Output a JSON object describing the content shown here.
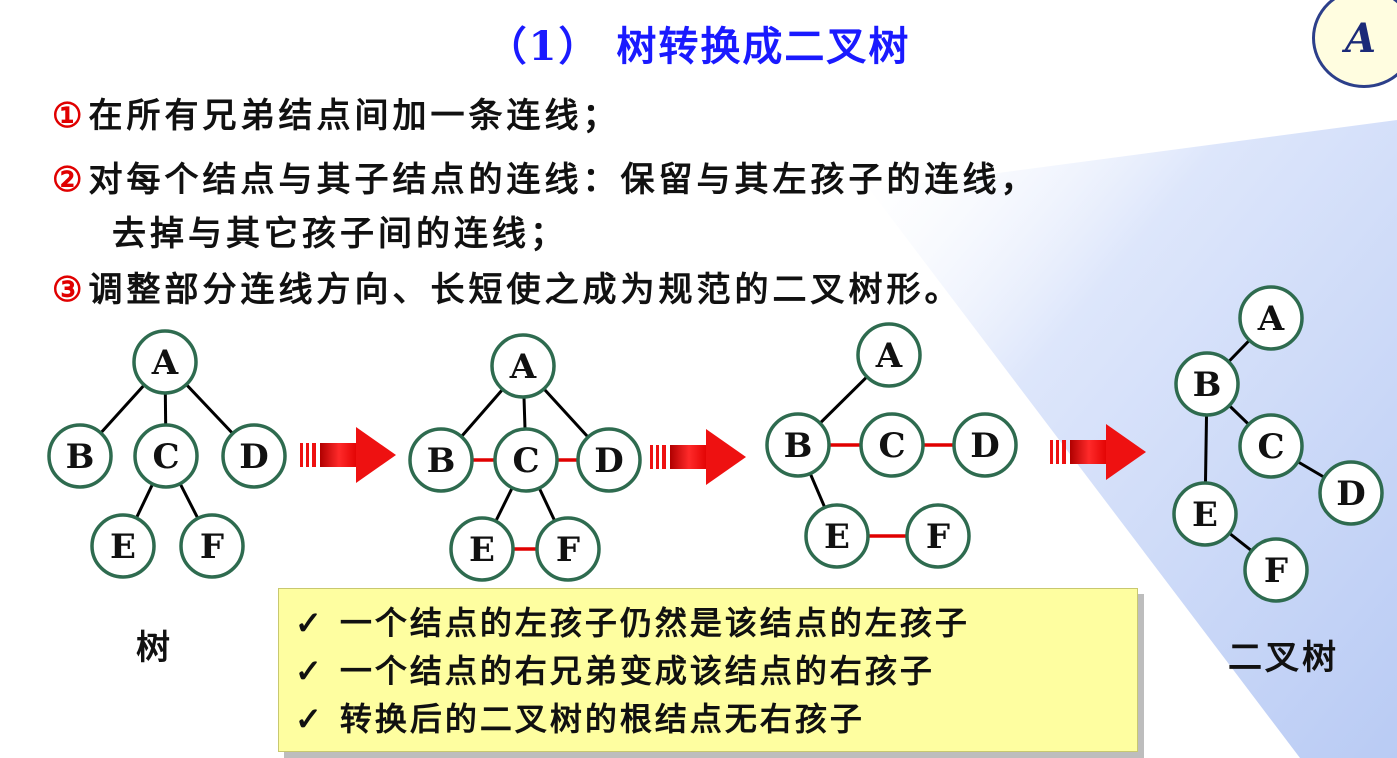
{
  "title": "（1） 树转换成二叉树",
  "badge": "A",
  "steps": [
    {
      "num": "①",
      "text": "在所有兄弟结点间加一条连线；"
    },
    {
      "num": "②",
      "text": "对每个结点与其子结点的连线：保留与其左孩子的连线，"
    },
    {
      "num": "",
      "text": "去掉与其它孩子间的连线；"
    },
    {
      "num": "③",
      "text": "调整部分连线方向、长短使之成为规范的二叉树形。"
    }
  ],
  "labels": {
    "tree": "树",
    "binary_tree": "二叉树"
  },
  "notes": [
    {
      "check": "✓",
      "text": "一个结点的左孩子仍然是该结点的左孩子"
    },
    {
      "check": "✓",
      "text": "一个结点的右兄弟变成该结点的右孩子"
    },
    {
      "check": "✓",
      "text": "转换后的二叉树的根结点无右孩子"
    }
  ],
  "colors": {
    "node_stroke": "#2e6b4f",
    "sibling_link": "#e00000",
    "arrow": "#ee1111",
    "accent_bg": "#c4d2f6"
  },
  "diagram": {
    "stages": [
      {
        "nodes": [
          "A",
          "B",
          "C",
          "D",
          "E",
          "F"
        ],
        "edges": [
          [
            "A",
            "B"
          ],
          [
            "A",
            "C"
          ],
          [
            "A",
            "D"
          ],
          [
            "C",
            "E"
          ],
          [
            "C",
            "F"
          ]
        ],
        "sibling_links": []
      },
      {
        "nodes": [
          "A",
          "B",
          "C",
          "D",
          "E",
          "F"
        ],
        "edges": [
          [
            "A",
            "B"
          ],
          [
            "A",
            "C"
          ],
          [
            "A",
            "D"
          ],
          [
            "C",
            "E"
          ],
          [
            "C",
            "F"
          ]
        ],
        "sibling_links": [
          [
            "B",
            "C"
          ],
          [
            "C",
            "D"
          ],
          [
            "E",
            "F"
          ]
        ]
      },
      {
        "nodes": [
          "A",
          "B",
          "C",
          "D",
          "E",
          "F"
        ],
        "edges": [
          [
            "A",
            "B"
          ],
          [
            "B",
            "E"
          ]
        ],
        "sibling_links": [
          [
            "B",
            "C"
          ],
          [
            "C",
            "D"
          ],
          [
            "E",
            "F"
          ]
        ]
      },
      {
        "nodes": [
          "A",
          "B",
          "C",
          "D",
          "E",
          "F"
        ],
        "edges": [
          [
            "A",
            "B"
          ],
          [
            "B",
            "C"
          ],
          [
            "C",
            "D"
          ],
          [
            "B",
            "E"
          ],
          [
            "E",
            "F"
          ]
        ],
        "sibling_links": []
      }
    ]
  }
}
